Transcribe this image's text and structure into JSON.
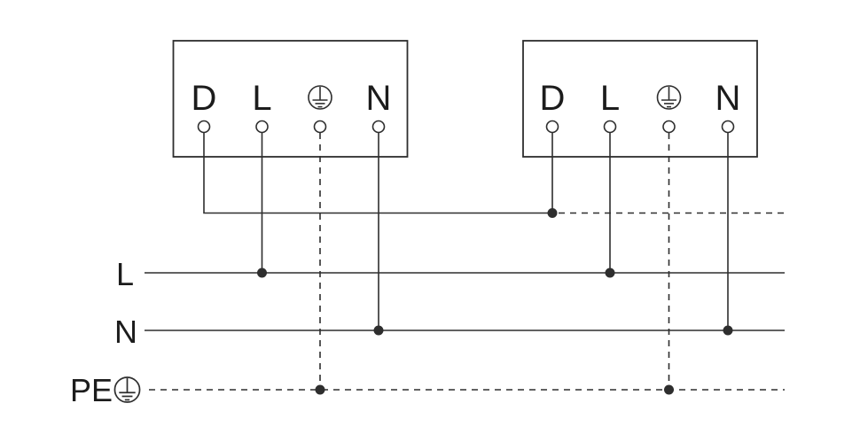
{
  "diagram": {
    "type": "wiring-diagram",
    "colors": {
      "line": "#2e2e2e",
      "text": "#1c1c1c",
      "background": "#ffffff"
    },
    "devices": [
      {
        "name": "device-1",
        "terminals": {
          "d": "D",
          "l": "L",
          "earth_icon": "protective-earth",
          "n": "N"
        }
      },
      {
        "name": "device-2",
        "terminals": {
          "d": "D",
          "l": "L",
          "earth_icon": "protective-earth",
          "n": "N"
        }
      }
    ],
    "buses": {
      "live": "L",
      "neutral": "N",
      "protective_earth": "PE",
      "protective_earth_icon": "protective-earth"
    }
  }
}
